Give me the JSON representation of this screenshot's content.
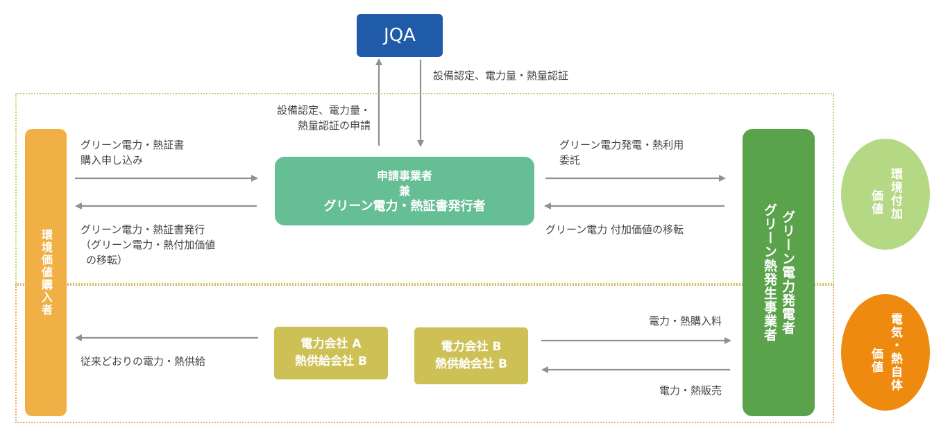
{
  "colors": {
    "jqa_blue": "#1f5ba9",
    "applicant_green": "#66be95",
    "buyer_orange": "#f0b046",
    "generator_green": "#5aa34a",
    "company_olive": "#cdc055",
    "env_value_green": "#b4d884",
    "elec_value_orange": "#ee8a0f",
    "arrow_gray": "#909090"
  },
  "jqa": {
    "label": "JQA"
  },
  "applicant": {
    "line1": "申請事業者",
    "line2": "兼",
    "line3": "グリーン電力・熱証書発行者"
  },
  "buyer": {
    "label": "環境価値購入者"
  },
  "generator": {
    "col1": "グリーン熱発生事業者",
    "col2": "グリーン電力発電者"
  },
  "company_a": {
    "line1": "電力会社 A",
    "line2": "熱供給会社 B"
  },
  "company_b": {
    "line1": "電力会社 B",
    "line2": "熱供給会社 B"
  },
  "values": {
    "environment": {
      "col1": "価値",
      "col2": "環境付加"
    },
    "electricity": {
      "col1": "価値",
      "col2": "電気・熱自体"
    }
  },
  "labels": {
    "jqa_down": "設備認定、電力量・熱量認証",
    "jqa_up_line1": "設備認定、電力量・",
    "jqa_up_line2": "熱量認証の申請",
    "buy_request_line1": "グリーン電力・熱証書",
    "buy_request_line2": "購入申し込み",
    "issue_line1": "グリーン電力・熱証書発行",
    "issue_line2": "（グリーン電力・熱付加価値",
    "issue_line3": "の移転）",
    "consign_line1": "グリーン電力発電・熱利用",
    "consign_line2": "委託",
    "value_transfer": "グリーン電力 付加価値の移転",
    "conventional_supply": "従来どおりの電力・熱供給",
    "purchase": "電力・熱購入料",
    "sale": "電力・熱販売"
  }
}
